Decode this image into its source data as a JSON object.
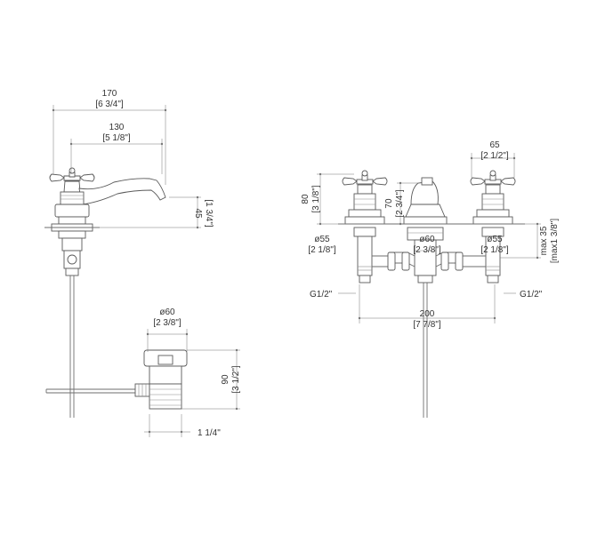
{
  "dimensions": {
    "overall_width": "170",
    "overall_width_in": "[6 3/4\"]",
    "spout_reach": "130",
    "spout_reach_in": "[5 1/8\"]",
    "spout_height": "45",
    "spout_height_in": "[1 3/4\"]",
    "waste_dia": "ø60",
    "waste_dia_in": "[2 3/8\"]",
    "waste_height": "90",
    "waste_height_in": "[3 1/2\"]",
    "waste_thread": "1 1/4\"",
    "handle_height": "80",
    "handle_height_in": "[3 1/8\"]",
    "spout_body_height": "70",
    "spout_body_height_in": "[2 3/4\"]",
    "handle_span": "65",
    "handle_span_in": "[2 1/2\"]",
    "left_base_dia": "ø55",
    "left_base_dia_in": "[2 1/8\"]",
    "center_base_dia": "ø60",
    "center_base_dia_in": "[2 3/8\"]",
    "right_base_dia": "ø55",
    "right_base_dia_in": "[2 1/8\"]",
    "deck_thickness": "max 35",
    "deck_thickness_in": "[max1 3/8\"]",
    "left_thread": "G1/2\"",
    "right_thread": "G1/2\"",
    "centres": "200",
    "centres_in": "[7 7/8\"]"
  }
}
